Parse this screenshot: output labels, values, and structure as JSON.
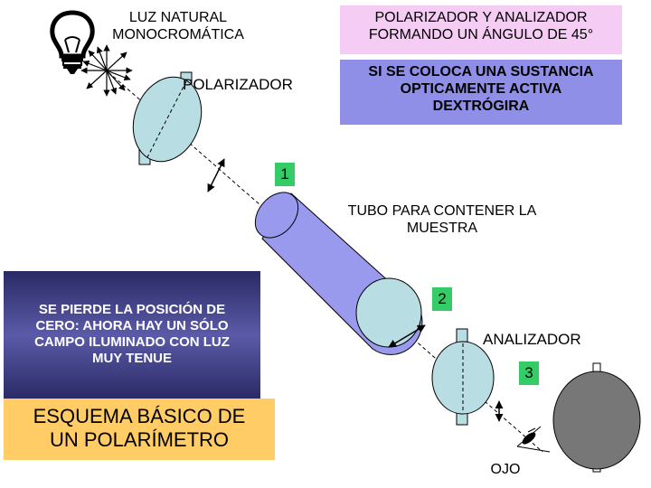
{
  "light_source": {
    "line1": "LUZ NATURAL",
    "line2": "MONOCROMÁTICA"
  },
  "polarizer_label": "POLARIZADOR",
  "top_box": {
    "line1": "POLARIZADOR Y ANALIZADOR",
    "line2": "FORMANDO UN ÁNGULO DE 45°"
  },
  "purple_box": {
    "line1": "SI SE COLOCA UNA SUSTANCIA",
    "line2": "OPTICAMENTE ACTIVA",
    "line3": "DEXTRÓGIRA"
  },
  "markers": {
    "one": "1",
    "two": "2",
    "three": "3"
  },
  "tube_label": {
    "line1": "TUBO PARA CONTENER LA",
    "line2": "MUESTRA"
  },
  "dark_box": {
    "line1": "SE PIERDE LA POSICIÓN DE",
    "line2": "CERO: AHORA HAY UN SÓLO",
    "line3": "CAMPO ILUMINADO CON LUZ",
    "line4": "MUY TENUE"
  },
  "analyzer_label": "ANALIZADOR",
  "title_box": {
    "line1": "ESQUEMA BÁSICO DE",
    "line2": "UN POLARÍMETRO"
  },
  "eye_label": "OJO",
  "colors": {
    "lightblue": "#b8dde2",
    "tube": "#9999ee",
    "lavender_box": "#8f8fe8",
    "pink_box": "#f4ccf4",
    "dark_box": "#3c3c80",
    "title_box": "#ffcc66",
    "green_marker": "#33cc66",
    "gray_field": "#777777"
  }
}
